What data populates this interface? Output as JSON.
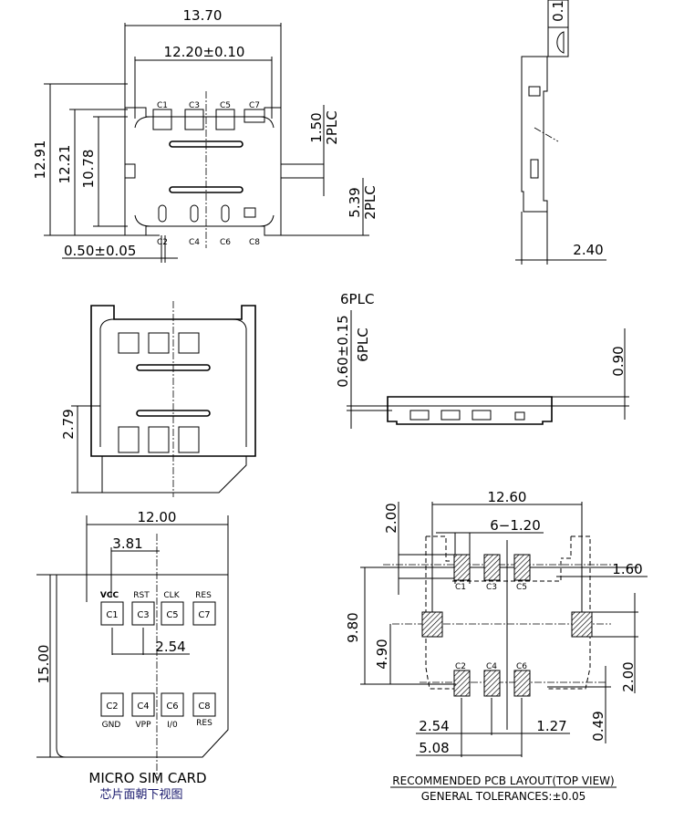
{
  "top_view": {
    "overall_width": "13.70",
    "inner_width": "12.20±0.10",
    "height_total": "12.91",
    "height_body": "12.21",
    "height_inner": "10.78",
    "pin_width": "0.50±0.05",
    "dim_150": "1.50",
    "dim_539": "5.39",
    "plc2": "2PLC",
    "contacts_top": [
      "C1",
      "C3",
      "C5",
      "C7"
    ],
    "contacts_bottom": [
      "C2",
      "C4",
      "C6",
      "C8"
    ]
  },
  "side_view": {
    "top_dim": "0.1",
    "depth": "2.40"
  },
  "card_inserted_view": {
    "protrusion": "2.79"
  },
  "front_view": {
    "plc6": "6PLC",
    "pin_height": "0.60±0.15",
    "height": "0.90"
  },
  "card": {
    "width": "12.00",
    "offset": "3.81",
    "height": "15.00",
    "pitch": "2.54",
    "contacts_top": [
      {
        "id": "C1",
        "signal": "VCC"
      },
      {
        "id": "C3",
        "signal": "RST"
      },
      {
        "id": "C5",
        "signal": "CLK"
      },
      {
        "id": "C7",
        "signal": "RES"
      }
    ],
    "contacts_bottom": [
      {
        "id": "C2",
        "signal": "GND"
      },
      {
        "id": "C4",
        "signal": "VPP"
      },
      {
        "id": "C6",
        "signal": "I/0"
      },
      {
        "id": "C8",
        "signal": "RES"
      }
    ],
    "title": "MICRO SIM CARD",
    "subtitle_cn": "芯片面朝下视图"
  },
  "pcb_layout": {
    "width": "12.60",
    "pad_spec": "6−1.20",
    "top_offset": "2.00",
    "pad_len": "1.60",
    "height": "9.80",
    "half_height": "4.90",
    "side_pad": "2.00",
    "bottom_offset": "0.49",
    "pitch": "2.54",
    "half_pitch": "1.27",
    "span": "5.08",
    "pads_top": [
      "C1",
      "C3",
      "C5"
    ],
    "pads_bottom": [
      "C2",
      "C4",
      "C6"
    ],
    "title": "RECOMMENDED  PCB  LAYOUT(TOP  VIEW)",
    "tolerance": "GENERAL  TOLERANCES:±0.05"
  }
}
